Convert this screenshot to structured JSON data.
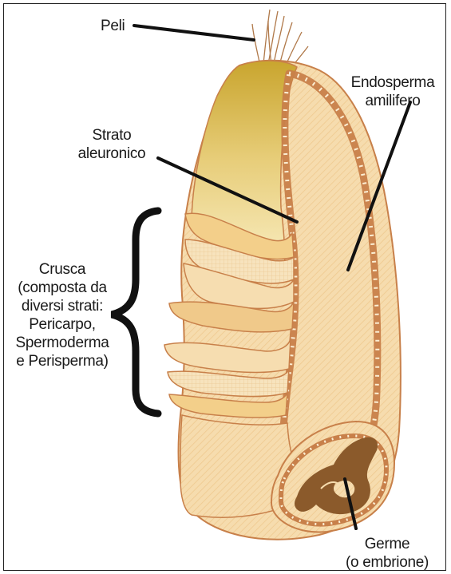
{
  "labels": {
    "peli": "Peli",
    "endosperma_1": "Endosperma",
    "endosperma_2": "amilifero",
    "strato_1": "Strato",
    "strato_2": "aleuronico",
    "crusca_1": "Crusca",
    "crusca_2": "(composta da",
    "crusca_3": "diversi strati:",
    "crusca_4": "Pericarpo,",
    "crusca_5": "Spermoderma",
    "crusca_6": "e Perisperma)",
    "germe_1": "Germe",
    "germe_2": "(o embrione)"
  },
  "colors": {
    "hull_top": "#d8b94a",
    "hull_top_light": "#f4e6a6",
    "endosperm": "#f6dcae",
    "outline": "#c8804a",
    "germ": "#8b5a2b",
    "leader": "#111111"
  }
}
